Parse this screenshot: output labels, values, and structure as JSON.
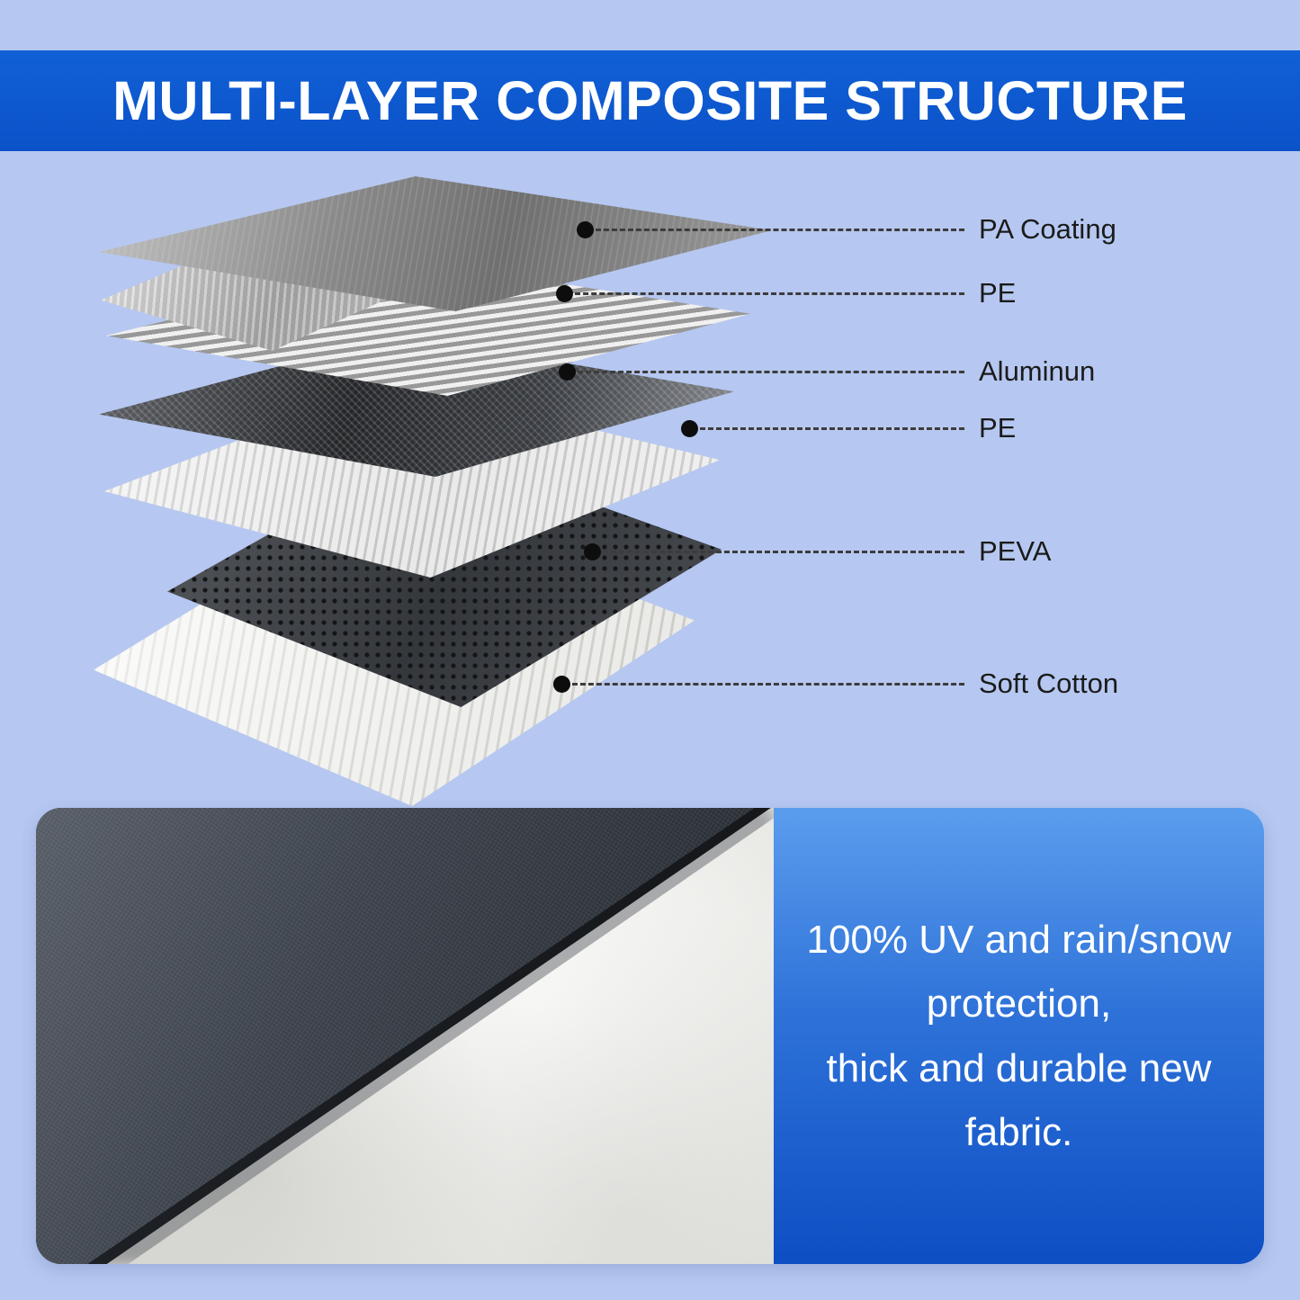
{
  "page": {
    "background_color": "#b6c8f1"
  },
  "header": {
    "title": "MULTI-LAYER COMPOSITE STRUCTURE",
    "background_color": "#0b52c9",
    "text_color": "#ffffff"
  },
  "diagram": {
    "layers": [
      {
        "name": "pa-coating",
        "label": "PA Coating"
      },
      {
        "name": "pe-top",
        "label": "PE"
      },
      {
        "name": "aluminun",
        "label": "Aluminun"
      },
      {
        "name": "pe-bottom",
        "label": "PE"
      },
      {
        "name": "peva",
        "label": "PEVA"
      },
      {
        "name": "soft-cotton",
        "label": "Soft Cotton"
      }
    ]
  },
  "bottom_panel": {
    "lines": [
      "100% UV and rain/snow",
      "protection,",
      "thick and durable new",
      "fabric."
    ],
    "gradient_top": "#5b9ded",
    "gradient_bottom": "#0d4ec3",
    "text_color": "#ffffff"
  }
}
